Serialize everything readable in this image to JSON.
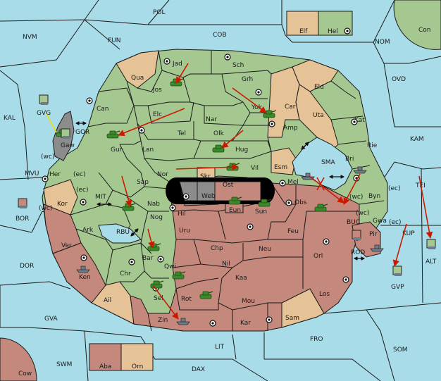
{
  "colors": {
    "sea": "#a8dce8",
    "green_power": "#a4c890",
    "red_power": "#c4887c",
    "neutral": "#e6c396",
    "impassable": "#8c8c8c",
    "order_arrow": "#cc1a00",
    "support_line": "#f0e000"
  },
  "seas": {
    "POL": "POL",
    "NVM": "NVM",
    "FUN": "FUN",
    "COB": "COB",
    "NOM": "NOM",
    "OVD": "OVD",
    "KAL": "KAL",
    "KAM": "KAM",
    "GOR": "GOR",
    "MIT": "MIT",
    "RBU": "RBU",
    "SMA": "SMA",
    "BUC": "BUC",
    "TEI": "TEI",
    "KUP": "KUP",
    "ROD": "ROD",
    "MVU": "MVU",
    "BOR": "BOR",
    "DOR": "DOR",
    "GVA": "GVA",
    "FRO": "FRO",
    "SOM": "SOM",
    "LIT": "LIT",
    "SWM": "SWM",
    "DAX": "DAX",
    "ALT": "ALT",
    "GVP": "GVP",
    "GVG": "GVG"
  },
  "lands": {
    "Jad": "Jad",
    "Sch": "Sch",
    "Qua": "Qua",
    "Jos": "Jos",
    "Grh": "Grh",
    "Eld": "Eld",
    "Can": "Can",
    "Yok": "Yok",
    "Car": "Car",
    "Elc": "Elc",
    "Nar": "Nar",
    "Uta": "Uta",
    "Kat": "Kat",
    "Amp": "Amp",
    "Gur": "Gur",
    "Tel": "Tel",
    "Olk": "Olk",
    "Rie": "Rie",
    "Lan": "Lan",
    "Hug": "Hug",
    "Bri": "Bri",
    "Gaw": "Gaw",
    "Her": "Her",
    "Nor": "Nor",
    "Vil": "Vil",
    "Esm": "Esm",
    "Sap": "Sap",
    "Skr": "Skr",
    "Web": "Web",
    "Ost": "Ost",
    "Mel": "Mel",
    "Byn": "Byn",
    "Kor": "Kor",
    "Nab": "Nab",
    "Eun": "Eun",
    "Obs": "Obs",
    "Hil": "Hil",
    "Sun": "Sun",
    "Gwa": "Gwa",
    "Ark": "Ark",
    "Nog": "Nog",
    "Uru": "Uru",
    "Feu": "Feu",
    "Pir": "Pir",
    "Ver": "Ver",
    "Chp": "Chp",
    "Neu": "Neu",
    "Bar": "Bar",
    "Orl": "Orl",
    "Qwi": "Qwi",
    "Nil": "Nil",
    "Ken": "Ken",
    "Chr": "Chr",
    "Kaa": "Kaa",
    "Rot": "Rot",
    "Los": "Los",
    "Ail": "Ail",
    "Sel": "Sel",
    "Mou": "Mou",
    "Zin": "Zin",
    "Kar": "Kar",
    "Sam": "Sam",
    "Elf": "Elf",
    "Hel": "Hel",
    "Con": "Con",
    "Aba": "Aba",
    "Orn": "Orn",
    "Cow": "Cow"
  },
  "coast_tags": {
    "wc_gaw": "(wc)",
    "ec_her": "(ec)",
    "ec_kor": "(ec)",
    "wc_kor": "(wc)",
    "wc_byn": "(wc)",
    "ec_byn": "(ec)",
    "wc_gwa": "(wc)",
    "ec_gwa": "(ec)"
  }
}
